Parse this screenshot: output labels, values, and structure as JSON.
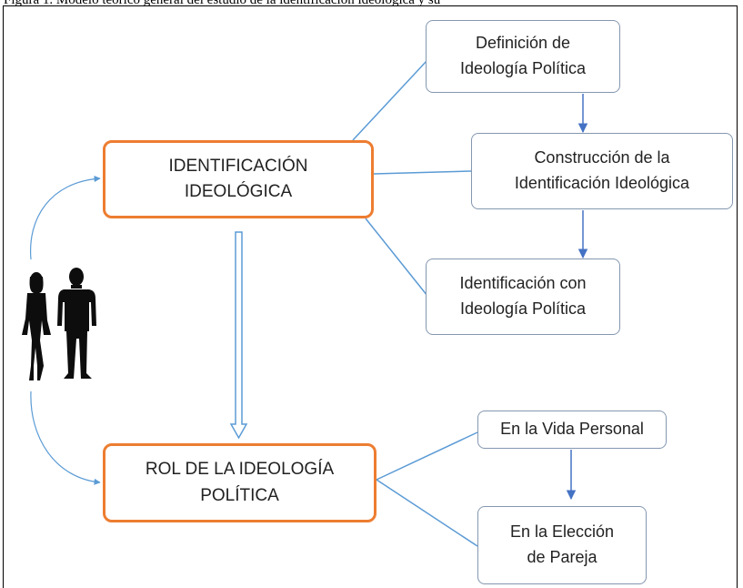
{
  "caption": "Figura 1. Modelo teórico general del estudio de la identificación ideológica y su",
  "colors": {
    "main_border": "#ed7d31",
    "sub_border": "#8497b0",
    "connector": "#5b9bd5",
    "arrow": "#4472c4"
  },
  "main_nodes": {
    "identificacion": {
      "line1": "IDENTIFICACIÓN",
      "line2": "IDEOLÓGICA"
    },
    "rol": {
      "line1": "ROL DE LA IDEOLOGÍA",
      "line2": "POLÍTICA"
    }
  },
  "sub_nodes": {
    "definicion": {
      "line1": "Definición de",
      "line2": "Ideología Política"
    },
    "construccion": {
      "line1": "Construcción de la",
      "line2": "Identificación Ideológica"
    },
    "identificacion_con": {
      "line1": "Identificación con",
      "line2": "Ideología Política"
    },
    "vida_personal": {
      "line1": "En la Vida Personal"
    },
    "eleccion": {
      "line1": "En la Elección",
      "line2": "de Pareja"
    }
  },
  "people_icon": "man-and-woman-silhouette-icon"
}
